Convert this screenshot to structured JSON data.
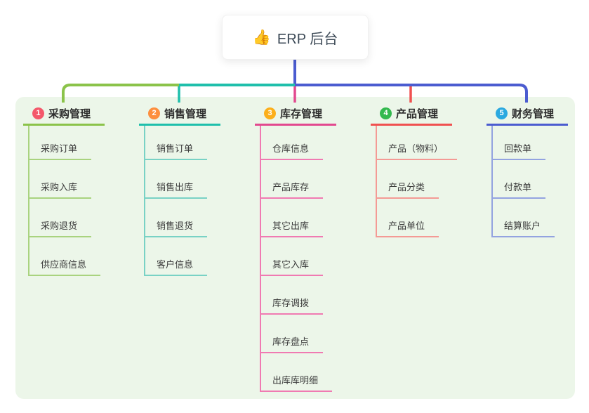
{
  "root": {
    "label": "ERP 后台",
    "emoji": "👍",
    "line_color": "#4b5cd0"
  },
  "panel_bg": "#ecf6e9",
  "columns": [
    {
      "number": "1",
      "title": "采购管理",
      "badge_color": "#f4586b",
      "line_color": "#8bc34a",
      "sub_line_color": "#a9d37f",
      "items": [
        "采购订单",
        "采购入库",
        "采购退货",
        "供应商信息"
      ]
    },
    {
      "number": "2",
      "title": "销售管理",
      "badge_color": "#fd8f3f",
      "line_color": "#1fbfab",
      "sub_line_color": "#79d2c5",
      "items": [
        "销售订单",
        "销售出库",
        "销售退货",
        "客户信息"
      ]
    },
    {
      "number": "3",
      "title": "库存管理",
      "badge_color": "#fcaf1b",
      "line_color": "#e2498f",
      "sub_line_color": "#f07ab2",
      "items": [
        "仓库信息",
        "产品库存",
        "其它出库",
        "其它入库",
        "库存调拨",
        "库存盘点",
        "出库库明细"
      ]
    },
    {
      "number": "4",
      "title": "产品管理",
      "badge_color": "#33b94e",
      "line_color": "#f05150",
      "sub_line_color": "#f49a95",
      "items": [
        "产品（物料）",
        "产品分类",
        "产品单位"
      ]
    },
    {
      "number": "5",
      "title": "财务管理",
      "badge_color": "#2ba9e0",
      "line_color": "#4b5cd0",
      "sub_line_color": "#93a3e0",
      "items": [
        "回款单",
        "付款单",
        "结算账户"
      ]
    }
  ]
}
